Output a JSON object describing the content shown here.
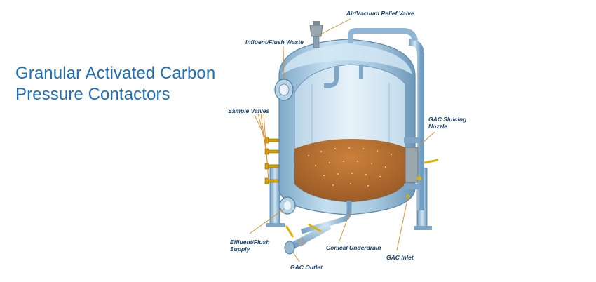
{
  "title": {
    "line1": "Granular Activated Carbon",
    "line2": "Pressure Contactors"
  },
  "labels": {
    "air_vacuum_relief_valve": "Air/Vacuum Relief Valve",
    "influent_flush_waste": "Influent/Flush Waste",
    "sample_valves": "Sample Valves",
    "gac_sluicing_nozzle_line1": "GAC Sluicing",
    "gac_sluicing_nozzle_line2": "Nozzle",
    "effluent_flush_supply_line1": "Effluent/Flush",
    "effluent_flush_supply_line2": "Supply",
    "conical_underdrain": "Conical Underdrain",
    "gac_inlet": "GAC Inlet",
    "gac_outlet": "GAC Outlet"
  },
  "colors": {
    "title": "#1f6fb8",
    "label": "#17406e",
    "leader": "#e08a2a",
    "tank_shell": "#a9cbe2",
    "tank_interior": "#dcecf6",
    "gac_media": "#b8641c",
    "valve": "#d6a300"
  }
}
